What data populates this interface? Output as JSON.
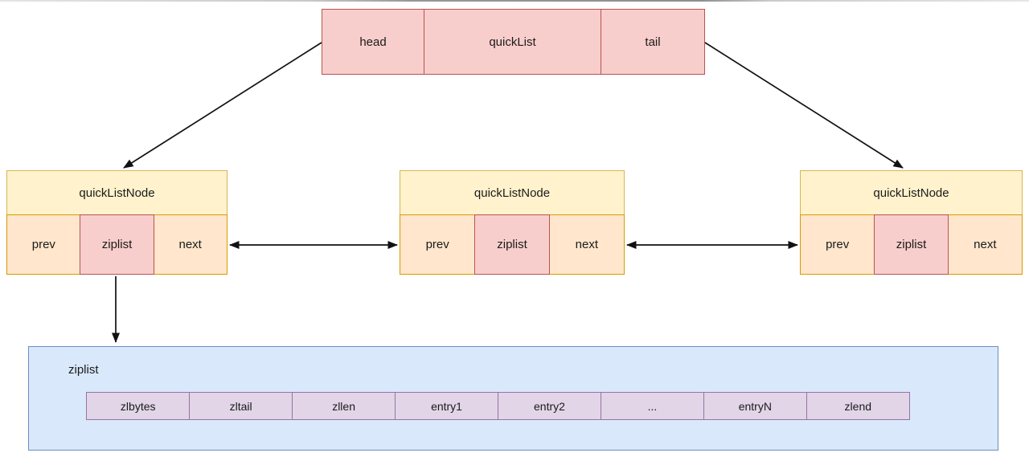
{
  "quicklist": {
    "cells": [
      "head",
      "quickList",
      "tail"
    ]
  },
  "nodes": [
    {
      "title": "quickListNode",
      "cells": [
        "prev",
        "ziplist",
        "next"
      ]
    },
    {
      "title": "quickListNode",
      "cells": [
        "prev",
        "ziplist",
        "next"
      ]
    },
    {
      "title": "quickListNode",
      "cells": [
        "prev",
        "ziplist",
        "next"
      ]
    }
  ],
  "ziplist": {
    "label": "ziplist",
    "cells": [
      "zlbytes",
      "zltail",
      "zllen",
      "entry1",
      "entry2",
      "...",
      "entryN",
      "zlend"
    ]
  },
  "colors": {
    "red_fill": "#f8cecc",
    "red_border": "#b85450",
    "yellow_fill": "#fff2cc",
    "yellow_border": "#d6b656",
    "orange_fill": "#ffe6cc",
    "orange_border": "#d79b00",
    "blue_fill": "#dae8fc",
    "blue_border": "#6c8ebf",
    "purple_fill": "#e1d5e7",
    "purple_border": "#9673a6",
    "arrow": "#111111"
  }
}
